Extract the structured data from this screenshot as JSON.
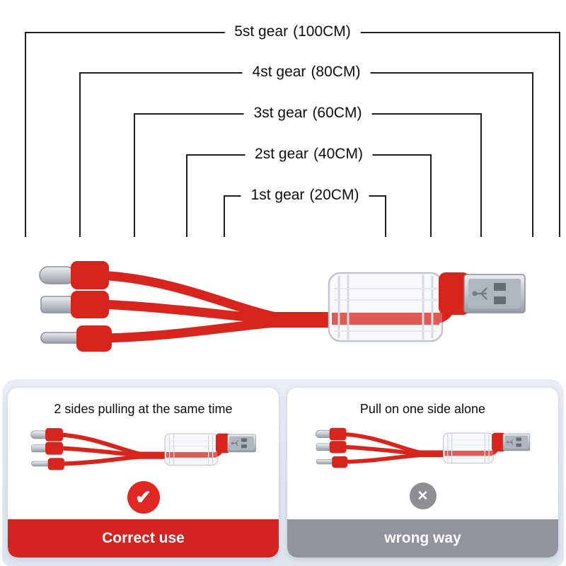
{
  "gears": [
    {
      "name": "5st gear",
      "size": "(100CM)"
    },
    {
      "name": "4st gear",
      "size": "(80CM)"
    },
    {
      "name": "3st gear",
      "size": "(60CM)"
    },
    {
      "name": "2st gear",
      "size": "(40CM)"
    },
    {
      "name": "1st gear",
      "size": "(20CM)"
    }
  ],
  "comparison": {
    "correct": {
      "title": "2 sides pulling at the same time",
      "icon_glyph": "✔",
      "button_label": "Correct use"
    },
    "wrong": {
      "title": "Pull on one side alone",
      "icon_glyph": "✕",
      "button_label": "wrong way"
    }
  },
  "colors": {
    "cable_red": "#d7251e",
    "correct_red": "#d32421",
    "wrong_gray": "#8f949e",
    "panel_bg": "#e2e8f1",
    "line_black": "#1f1f1f"
  }
}
